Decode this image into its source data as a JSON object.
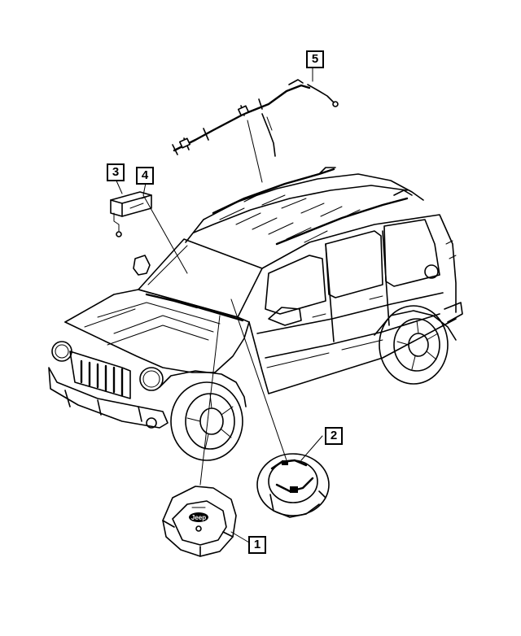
{
  "callouts": [
    {
      "id": "callout-1",
      "label": "1",
      "part": "steering-wheel-airbag"
    },
    {
      "id": "callout-2",
      "label": "2",
      "part": "clockspring"
    },
    {
      "id": "callout-3",
      "label": "3",
      "part": "airbag-control-module"
    },
    {
      "id": "callout-4",
      "label": "4",
      "part": "control-module-location"
    },
    {
      "id": "callout-5",
      "label": "5",
      "part": "side-curtain-airbag"
    }
  ],
  "airbag_emblem": "Jeep"
}
